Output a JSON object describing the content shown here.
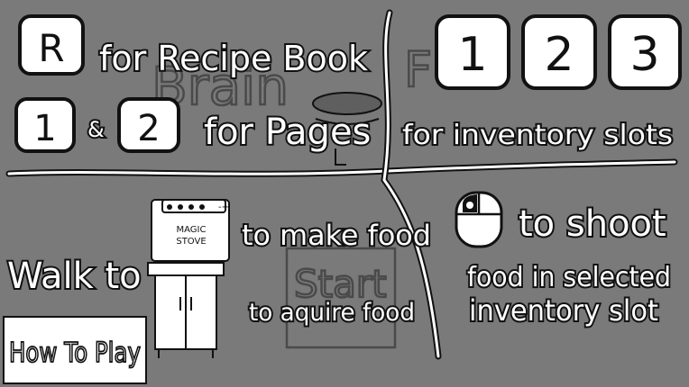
{
  "instructions": {
    "recipe_key": "R",
    "recipe_text": "for Recipe Book",
    "page_key_1": "1",
    "page_separator": "&",
    "page_key_2": "2",
    "pages_text": "for Pages",
    "slot_key_1": "1",
    "slot_key_2": "2",
    "slot_key_3": "3",
    "slots_text": "for inventory slots",
    "walk_to": "Walk to",
    "make_food": "to make food",
    "acquire_food": "to aquire food",
    "shoot_text": "to shoot",
    "shoot_detail_1": "food in selected",
    "shoot_detail_2": "inventory slot"
  },
  "stove": {
    "label_1": "MAGIC",
    "label_2": "STOVE"
  },
  "background": {
    "brain_word": "Brain",
    "start_word": "Start"
  },
  "controls": {
    "how_to_play": "How To Play"
  }
}
